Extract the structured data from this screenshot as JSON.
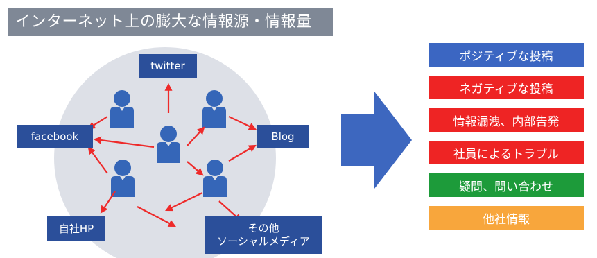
{
  "title": "インターネット上の膨大な情報源・情報量",
  "sources": {
    "twitter": "twitter",
    "facebook": "facebook",
    "blog": "Blog",
    "hp": "自社HP",
    "other_line1": "その他",
    "other_line2": "ソーシャルメディア"
  },
  "categories": [
    {
      "label": "ポジティブな投稿",
      "color": "#3b66c2"
    },
    {
      "label": "ネガティブな投稿",
      "color": "#ee2424"
    },
    {
      "label": "情報漏洩、内部告発",
      "color": "#ee2424"
    },
    {
      "label": "社員によるトラブル",
      "color": "#ee2424"
    },
    {
      "label": "疑問、問い合わせ",
      "color": "#1d9b3a"
    },
    {
      "label": "他社情報",
      "color": "#f8a63c"
    }
  ],
  "colors": {
    "circle": "#dde0e7",
    "person": "#3566b8",
    "arrow": "#ee2a2a",
    "node": "#2b4f9a",
    "big_arrow": "#3d67bf"
  }
}
